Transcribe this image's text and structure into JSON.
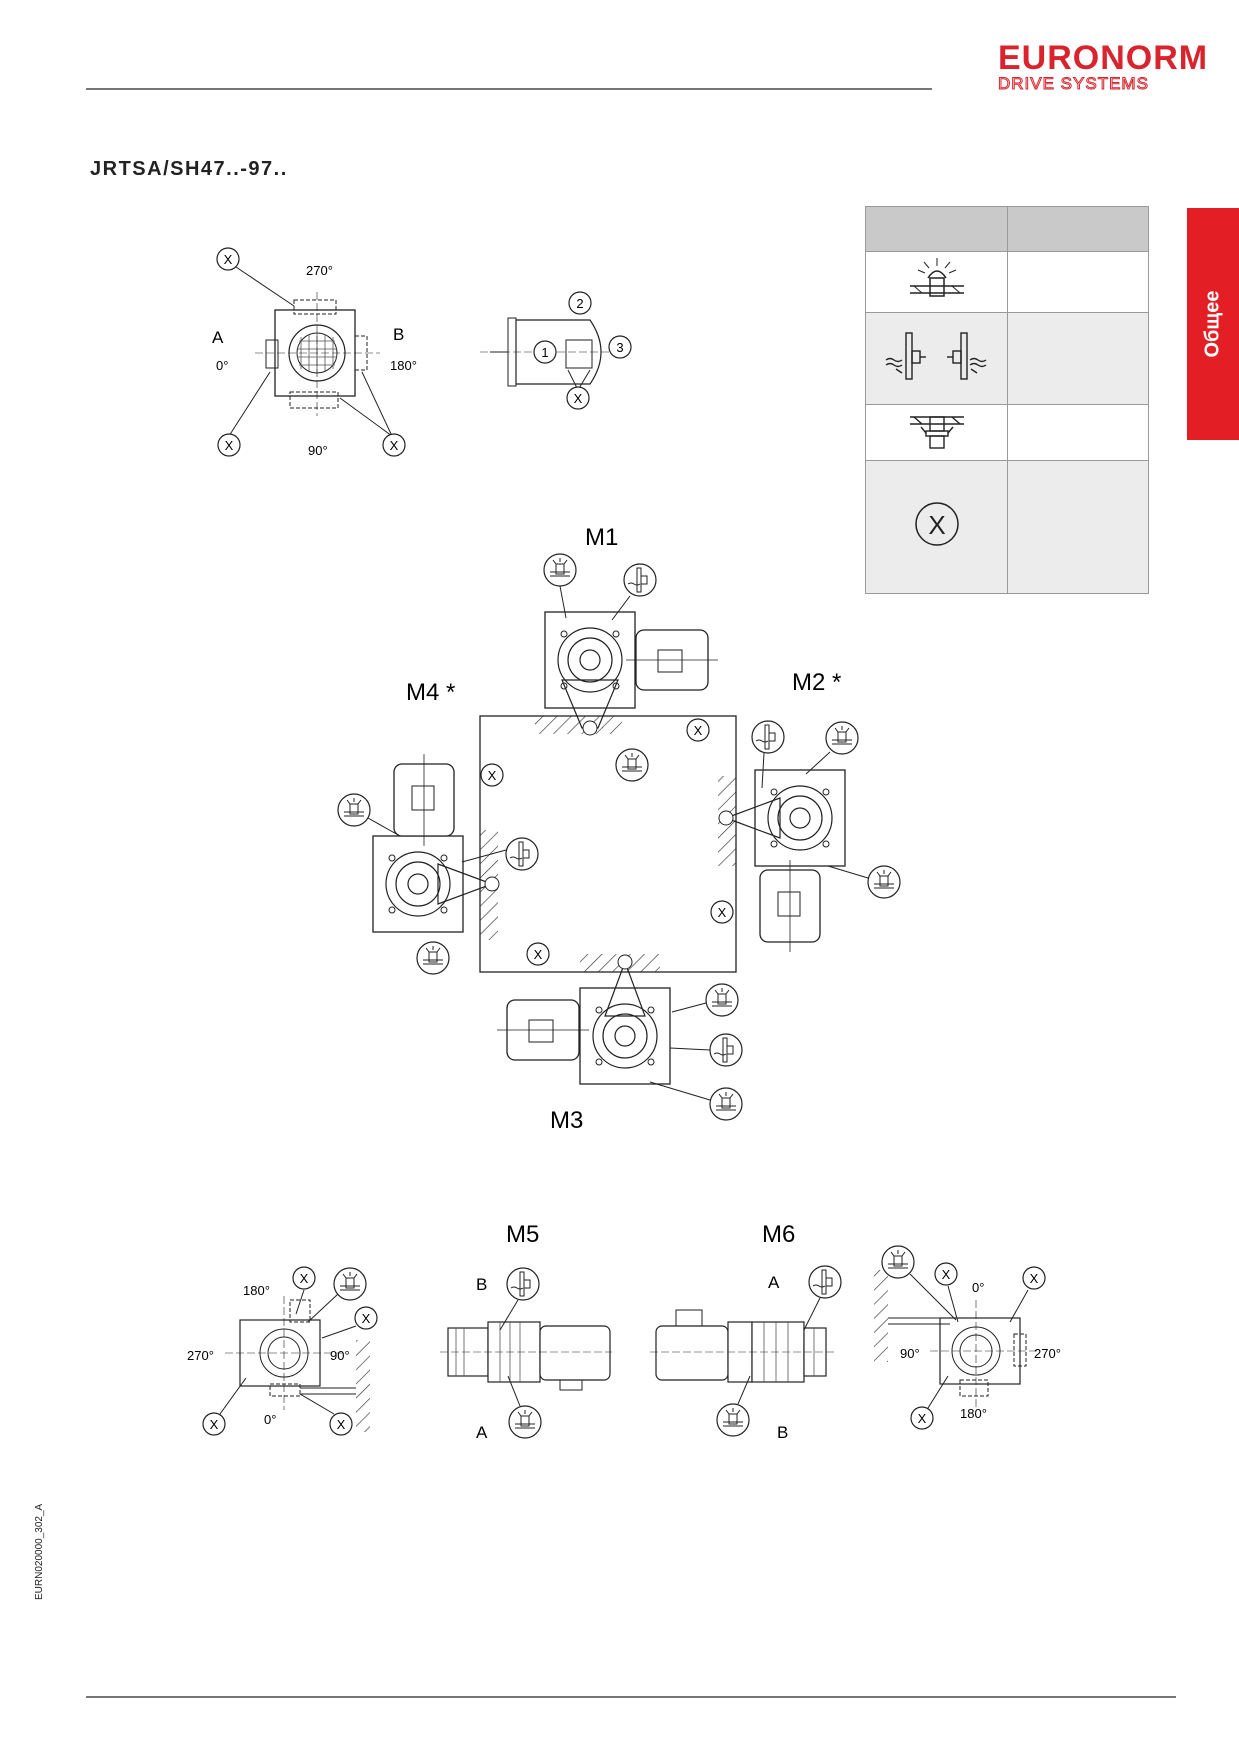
{
  "brand": {
    "name": "EURONORM",
    "tagline": "DRIVE SYSTEMS"
  },
  "title": "JRTSA/SH47..-97..",
  "side_tab": "Общее",
  "doc_id": "EURN020000_302_A",
  "top_view": {
    "label_270": "270°",
    "label_90": "90°",
    "label_A": "A",
    "label_0": "0°",
    "label_B": "B",
    "label_180": "180°",
    "x_mark": "X"
  },
  "side_view": {
    "pos1": "1",
    "pos2": "2",
    "pos3": "3",
    "x_mark": "X"
  },
  "mounting": {
    "m1": "M1",
    "m2": "M2 *",
    "m3": "M3",
    "m4": "M4 *",
    "m5": "M5",
    "m6": "M6"
  },
  "m5": {
    "label_B": "B",
    "label_A": "A"
  },
  "m6": {
    "label_A": "A",
    "label_B": "B"
  },
  "left_bottom": {
    "label_180": "180°",
    "label_270": "270°",
    "label_90": "90°",
    "label_0": "0°",
    "x_mark": "X"
  },
  "right_bottom": {
    "label_0": "0°",
    "label_90": "90°",
    "label_270": "270°",
    "label_180": "180°",
    "x_mark": "X"
  },
  "legend_x": "X",
  "colors": {
    "accent": "#e31e24",
    "brand": "#d9232d"
  }
}
